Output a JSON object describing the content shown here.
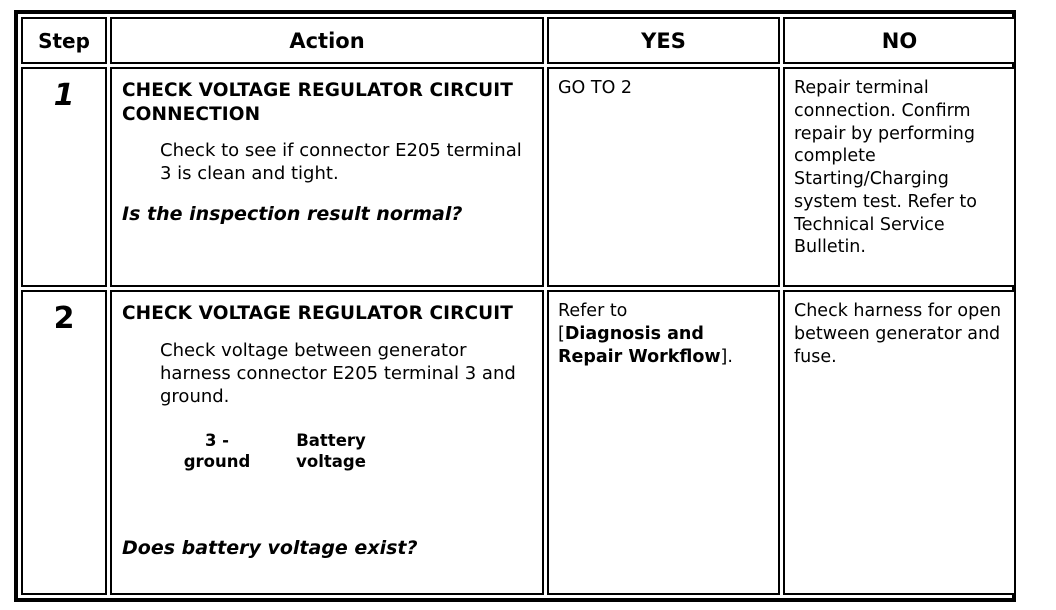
{
  "table": {
    "headers": {
      "step": "Step",
      "action": "Action",
      "yes": "YES",
      "no": "NO"
    },
    "rows": [
      {
        "step": "1",
        "step_style": "bold-italic",
        "action": {
          "title": "CHECK VOLTAGE REGULATOR CIRCUIT CONNECTION",
          "body": "Check to see if connector E205 terminal 3 is clean and tight.",
          "question": "Is the inspection result normal?"
        },
        "yes": {
          "line1": "GO TO 2"
        },
        "no": {
          "line1": "Repair terminal connection. Confirm repair by performing complete Starting/Charging system test. Refer to Technical Service Bulletin."
        }
      },
      {
        "step": "2",
        "step_style": "bold",
        "action": {
          "title": "CHECK VOLTAGE REGULATOR CIRCUIT",
          "body": "Check voltage between generator harness connector E205 terminal 3 and ground.",
          "spec": {
            "terminals": "3 - ground",
            "value": "Battery voltage"
          },
          "question": "Does battery voltage exist?"
        },
        "yes": {
          "prefix": "Refer to",
          "bracket_open": "[",
          "reference": "Diagnosis and Repair Workflow",
          "bracket_close": "]."
        },
        "no": {
          "line1": "Check harness for open between generator and fuse."
        }
      }
    ]
  },
  "colors": {
    "border": "#000000",
    "background": "#ffffff",
    "text": "#000000"
  }
}
